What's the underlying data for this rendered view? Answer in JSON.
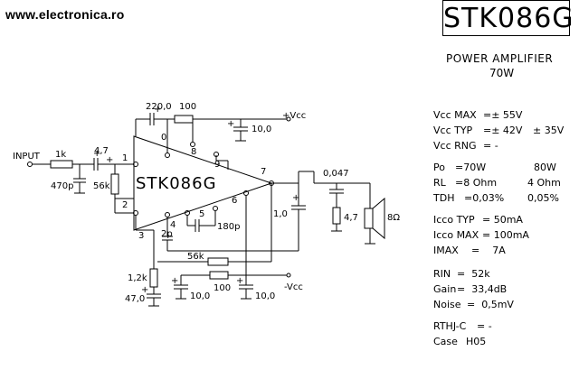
{
  "website": "www.electronica.ro",
  "part_number": "STK086G",
  "title_line1": "POWER AMPLIFIER",
  "title_line2": "70W",
  "chip_label": "STK086G",
  "labels": {
    "input": "INPUT",
    "vcc_pos": "+Vcc",
    "vcc_neg": "-Vcc"
  },
  "components": {
    "c_boot": "220,0",
    "r_top": "100",
    "c_vcc_pos": "10,0",
    "r_in": "1k",
    "c_in": "4,7",
    "c_in2": "470p",
    "r_bias": "56k",
    "c_out": "0,047",
    "r_out": "4,7",
    "c_fb": "1,0",
    "speaker": "8Ω",
    "c_2p": "2p",
    "c_180p": "180p",
    "r_56k_fb": "56k",
    "r_12k": "1,2k",
    "c_47": "47,0",
    "r_100b": "100",
    "c_10b": "10,0",
    "c_10c": "10,0"
  },
  "pins": [
    "1",
    "2",
    "3",
    "4",
    "5",
    "6",
    "7",
    "8",
    "9",
    "0"
  ],
  "specs": [
    {
      "id": "vcc-max",
      "label": "Vcc MAX",
      "value": "=± 55V",
      "alt": ""
    },
    {
      "id": "vcc-typ",
      "label": "Vcc TYP",
      "value": "=± 42V",
      "alt": "± 35V"
    },
    {
      "id": "vcc-rng",
      "label": "Vcc RNG",
      "value": "= -",
      "alt": ""
    },
    {
      "id": "po",
      "label": "Po",
      "value": "=70W",
      "alt": "80W"
    },
    {
      "id": "rl",
      "label": "RL",
      "value": "=8 Ohm",
      "alt": "4 Ohm"
    },
    {
      "id": "tdh",
      "label": "TDH",
      "value": "=0,03%",
      "alt": "0,05%"
    },
    {
      "id": "icco-typ",
      "label": "Icco TYP",
      "value": "= 50mA",
      "alt": ""
    },
    {
      "id": "icco-max",
      "label": "Icco MAX",
      "value": "= 100mA",
      "alt": ""
    },
    {
      "id": "imax",
      "label": "IMAX",
      "value": "=    7A",
      "alt": ""
    },
    {
      "id": "rin",
      "label": "RIN",
      "value": "=  52k",
      "alt": ""
    },
    {
      "id": "gain",
      "label": "Gain",
      "value": "=  33,4dB",
      "alt": ""
    },
    {
      "id": "noise",
      "label": "Noise",
      "value": "=  0,5mV",
      "alt": ""
    },
    {
      "id": "rthj",
      "label": "RTHJ-C",
      "value": "= -",
      "alt": ""
    },
    {
      "id": "case",
      "label": "Case",
      "value": "H05",
      "alt": ""
    }
  ]
}
